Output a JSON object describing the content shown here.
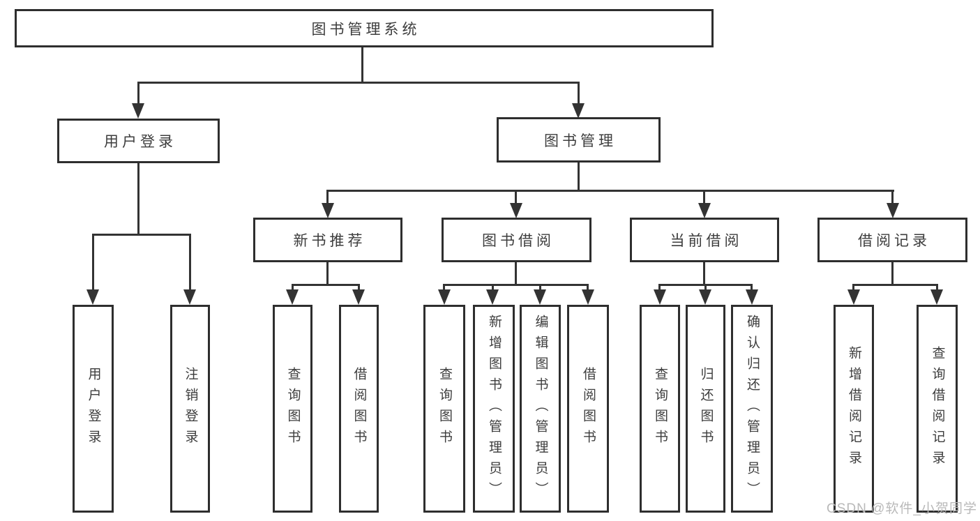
{
  "diagram": {
    "root": {
      "label": "图书管理系统"
    },
    "branches": [
      {
        "label": "用户登录",
        "children": [
          {
            "label": "用户登录"
          },
          {
            "label": "注销登录"
          }
        ]
      },
      {
        "label": "图书管理",
        "children": [
          {
            "label": "新书推荐",
            "children": [
              {
                "label": "查询图书"
              },
              {
                "label": "借阅图书"
              }
            ]
          },
          {
            "label": "图书借阅",
            "children": [
              {
                "label": "查询图书"
              },
              {
                "label": "新增图书（管理员）"
              },
              {
                "label": "编辑图书（管理员）"
              },
              {
                "label": "借阅图书"
              }
            ]
          },
          {
            "label": "当前借阅",
            "children": [
              {
                "label": "查询图书"
              },
              {
                "label": "归还图书"
              },
              {
                "label": "确认归还（管理员）"
              }
            ]
          },
          {
            "label": "借阅记录",
            "children": [
              {
                "label": "新增借阅记录"
              },
              {
                "label": "查询借阅记录"
              }
            ]
          }
        ]
      }
    ]
  },
  "watermark": {
    "text": "CSDN @软件_小贺同学"
  },
  "colors": {
    "line": "#333333",
    "border": "#2e2e2e",
    "text": "#3d3d3d",
    "watermark": "#b9b9b9",
    "background": "#ffffff"
  }
}
